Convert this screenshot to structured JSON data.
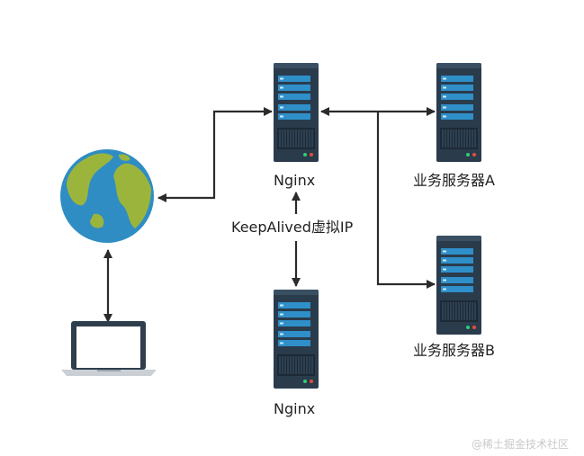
{
  "nodes": {
    "nginx_primary": {
      "label": "Nginx"
    },
    "nginx_backup": {
      "label": "Nginx"
    },
    "server_a": {
      "label": "业务服务器A"
    },
    "server_b": {
      "label": "业务服务器B"
    },
    "vip": {
      "label": "KeepAlived虚拟IP"
    }
  },
  "icons": [
    "globe-icon",
    "laptop-icon",
    "server-icon"
  ],
  "colors": {
    "server_body": "#2a3b4c",
    "server_top": "#3a4f62",
    "server_bay": "#2f8fc9",
    "led_green": "#2ecc71",
    "led_red": "#e74c3c",
    "globe_ocean": "#2f8dc4",
    "globe_land": "#9bb53c",
    "arrow": "#2b2b2b"
  },
  "watermark": "@稀土掘金技术社区"
}
